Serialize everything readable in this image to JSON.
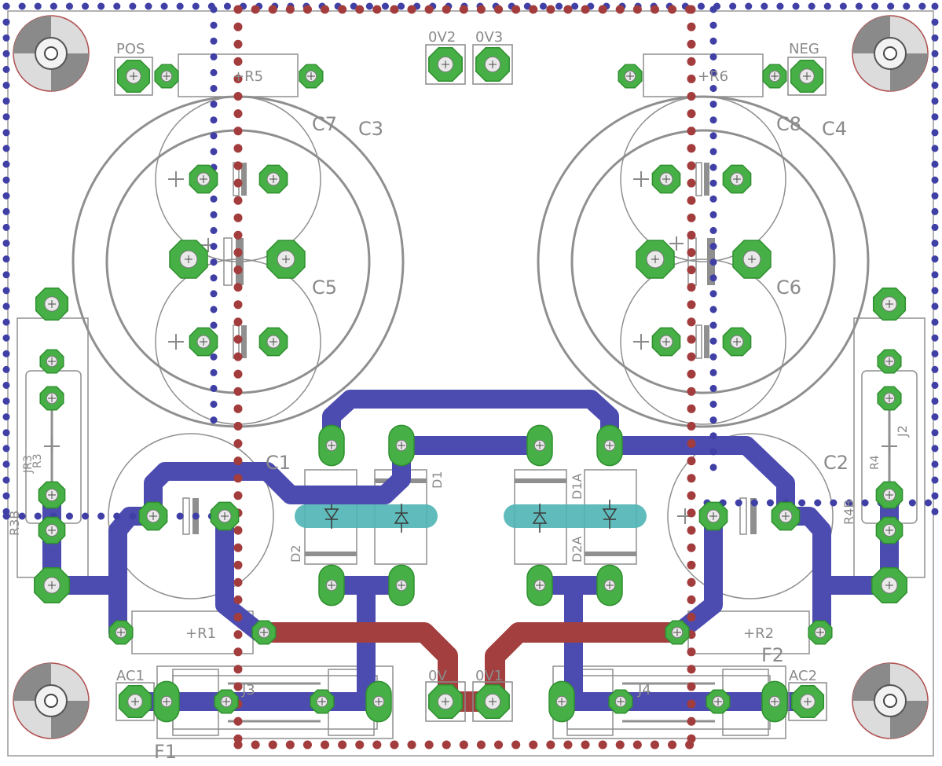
{
  "board": {
    "labels": {
      "pos": "POS",
      "neg": "NEG",
      "ov2": "0V2",
      "ov3": "0V3",
      "r5": "+R5",
      "r6": "+R6",
      "c7": "C7",
      "c3": "C3",
      "c8": "C8",
      "c4": "C4",
      "c5": "C5",
      "c6": "C6",
      "c1": "C1",
      "c2": "C2",
      "d1": "D1",
      "d2": "D2",
      "d1a": "D1A",
      "d2a": "D2A",
      "r1": "+R1",
      "r2": "+R2",
      "r3": "R3",
      "r4": "R4",
      "r3b": "R3B",
      "r4b": "R4B",
      "jr3": "JR3",
      "j2": "J2",
      "j3": "J3",
      "j4": "J4",
      "ac1": "AC1",
      "ac2": "AC2",
      "ov": "0V",
      "ov1": "0V1",
      "f1": "F1",
      "f2": "F2"
    },
    "colors": {
      "bottom_layer": "#4c4bb0",
      "top_layer": "#a33f3f",
      "pads": "#46b046",
      "silkscreen": "#8f8f8f",
      "diode_band": "#4fb5b5"
    },
    "icons": [
      "mounting-hole-icon",
      "pad-icon",
      "diode-symbol-icon",
      "plus-polarity-icon"
    ]
  }
}
